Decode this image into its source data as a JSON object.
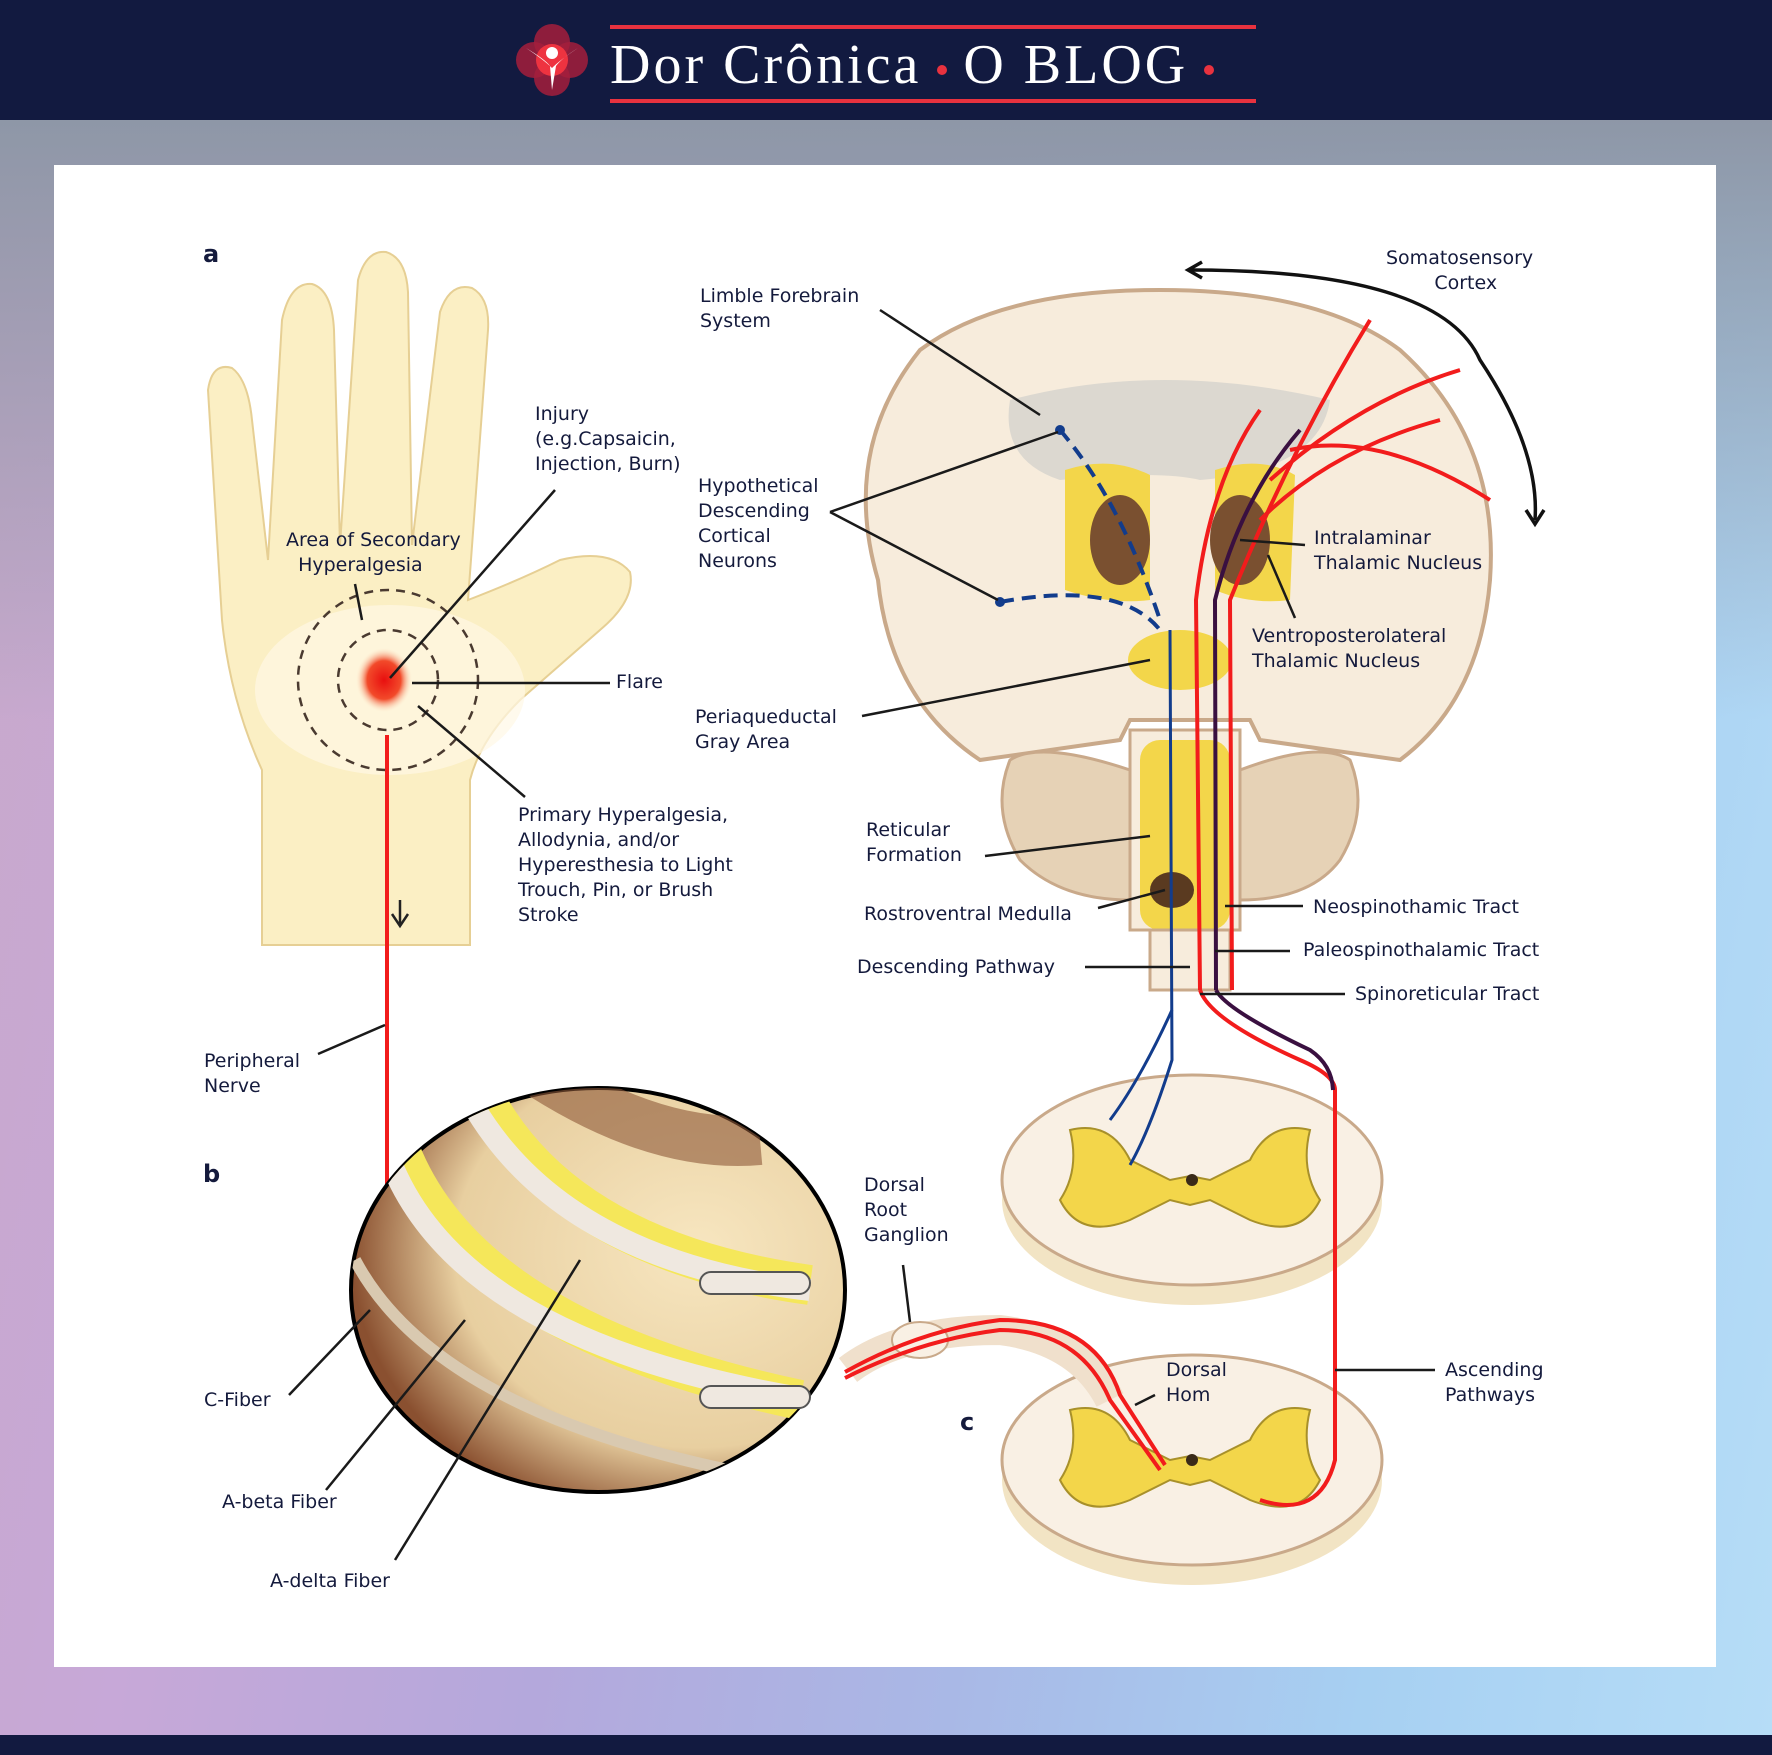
{
  "header": {
    "brand_name": "Dor Crônica",
    "brand_suffix": "O BLOG",
    "logo_icon": "heart-person-logo-icon",
    "colors": {
      "navy": "#121a40",
      "accent": "#e8323f"
    }
  },
  "diagram": {
    "sections": {
      "a": "a",
      "b": "b",
      "c": "c"
    },
    "labels": {
      "injury": "Injury\n(e.g.Capsaicin,\nInjection, Burn)",
      "secondary_hyperalgesia": "Area of Secondary\n  Hyperalgesia",
      "flare": "Flare",
      "primary_hyperalgesia": "Primary Hyperalgesia,\nAllodynia, and/or\nHyperesthesia to Light\nTrouch, Pin, or Brush\nStroke",
      "peripheral_nerve": "Peripheral\nNerve",
      "c_fiber": "C-Fiber",
      "a_beta_fiber": "A-beta Fiber",
      "a_delta_fiber": "A-delta Fiber",
      "limbic_forebrain": "Limble Forebrain\nSystem",
      "hypothetical_descending": "Hypothetical\nDescending\nCortical\nNeurons",
      "periaqueductal": "Periaqueductal\nGray Area",
      "reticular_formation": "Reticular\nFormation",
      "rostroventral_medulla": "Rostroventral Medulla",
      "descending_pathway": "Descending Pathway",
      "somatosensory_cortex": "Somatosensory\n        Cortex",
      "intralaminar": "Intralaminar\nThalamic Nucleus",
      "ventroposterolateral": "Ventroposterolateral\nThalamic Nucleus",
      "neospinothalamic": "Neospinothamic Tract",
      "paleospinothalamic": "Paleospinothalamic Tract",
      "spinoreticular": "Spinoreticular Tract",
      "dorsal_root_ganglion": "Dorsal\nRoot\nGanglion",
      "dorsal_horn": "Dorsal\nHom",
      "ascending_pathways": "Ascending\nPathways"
    },
    "colors": {
      "ascending": "#f21c1c",
      "descending": "#123c8c",
      "paleo": "#3a1040",
      "skin": "#fbf0c4",
      "gray_matter": "#f2d64e",
      "tissue": "#f7ecdc"
    }
  }
}
